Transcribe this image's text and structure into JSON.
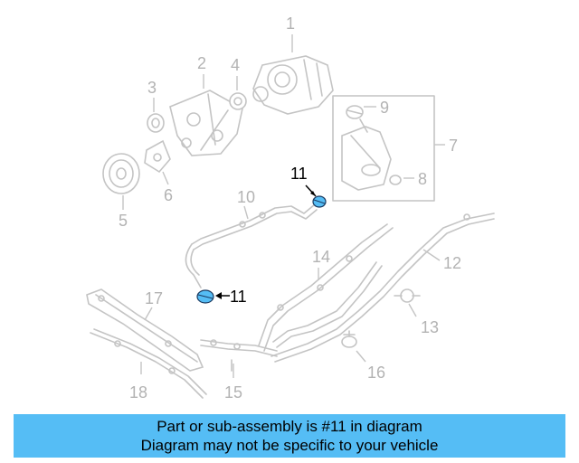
{
  "diagram": {
    "callouts": [
      "1",
      "2",
      "3",
      "4",
      "5",
      "6",
      "7",
      "8",
      "9",
      "10",
      "11",
      "12",
      "13",
      "14",
      "15",
      "16",
      "17",
      "18"
    ],
    "highlighted_callout": "11",
    "highlight_color": "#55bdf5",
    "part_color": "#c4c4c4"
  },
  "banner": {
    "line1": "Part or sub-assembly is #11 in diagram",
    "line2": "Diagram may not be specific to your vehicle",
    "background": "#55bdf5"
  }
}
